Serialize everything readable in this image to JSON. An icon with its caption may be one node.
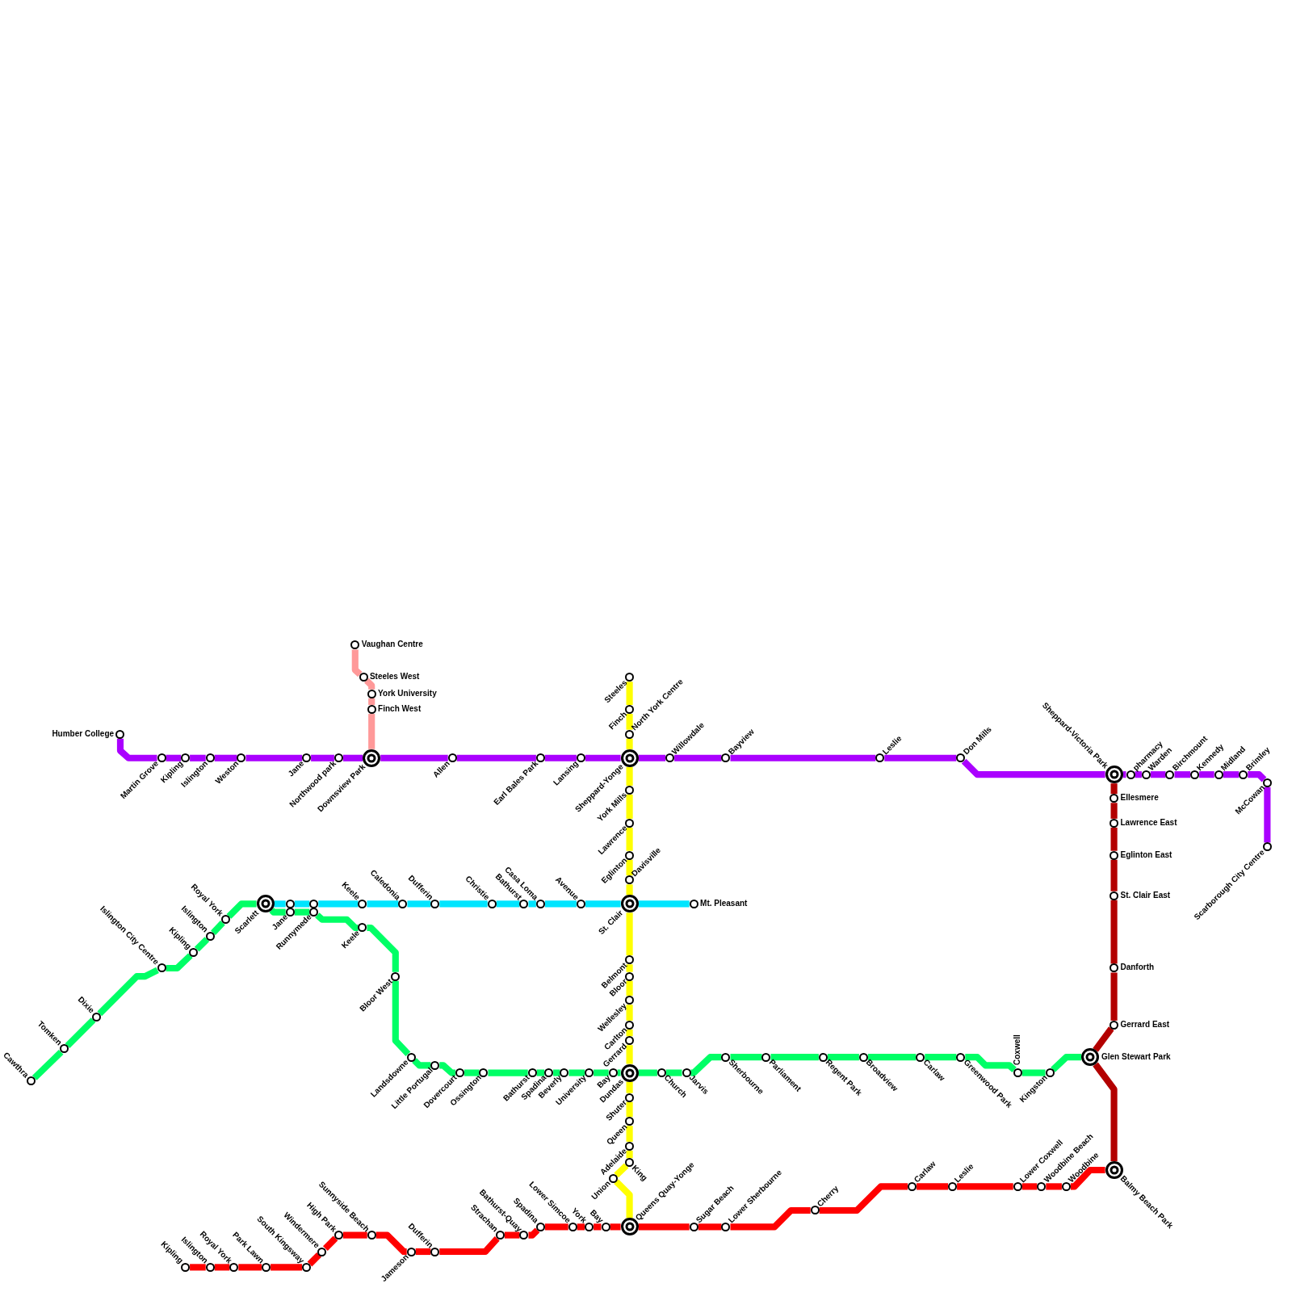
{
  "diagram": {
    "nodes": [
      {
        "text": [
          "Humber College"
        ]
      },
      {
        "text": [
          "Martin Grove"
        ]
      },
      {
        "text": [
          "Kipling"
        ]
      },
      {
        "text": [
          "Islington"
        ]
      },
      {
        "text": [
          "Weston"
        ]
      },
      {
        "text": [
          "Jane"
        ]
      },
      {
        "text": [
          "Northwood park"
        ]
      },
      {
        "text": [
          "Downsview Park"
        ]
      },
      {
        "text": [
          "Allen"
        ]
      },
      {
        "text": [
          "Earl Bales Park"
        ]
      },
      {
        "text": [
          "Lansing"
        ]
      },
      {
        "text": [
          "Sheppard-Yonge"
        ]
      },
      {
        "text": [
          "Willowdale"
        ]
      },
      {
        "text": [
          "Bayview"
        ]
      },
      {
        "text": [
          "Leslie"
        ]
      },
      {
        "text": [
          "Don Mills"
        ]
      },
      {
        "text": [
          "Sheppard-Victoria Park"
        ]
      },
      {
        "text": [
          "pharmacy"
        ]
      },
      {
        "text": [
          "Warden"
        ]
      },
      {
        "text": [
          "Birchmount"
        ]
      },
      {
        "text": [
          "Kennedy"
        ]
      },
      {
        "text": [
          "Midland"
        ]
      },
      {
        "text": [
          "Brimley"
        ]
      },
      {
        "text": [
          "McCowan"
        ]
      },
      {
        "text": [
          "Scarborough City Centre"
        ]
      },
      {
        "text": [
          "Vaughan Centre"
        ]
      },
      {
        "text": [
          "Steeles West"
        ]
      },
      {
        "text": [
          "York University"
        ]
      },
      {
        "text": [
          "Finch West"
        ]
      },
      {
        "text": [
          "Steeles"
        ]
      },
      {
        "text": [
          "Finch"
        ]
      },
      {
        "text": [
          "North York Centre"
        ]
      },
      {
        "text": [
          "York Mills"
        ]
      },
      {
        "text": [
          "Lawrence"
        ]
      },
      {
        "text": [
          "Eglinton"
        ]
      },
      {
        "text": [
          "Davisville"
        ]
      },
      {
        "text": [
          "St. Clair"
        ]
      },
      {
        "text": [
          "Belmont"
        ]
      },
      {
        "text": [
          "Bloor"
        ]
      },
      {
        "text": [
          "Wellesley"
        ]
      },
      {
        "text": [
          "Carlton"
        ]
      },
      {
        "text": [
          "Gerrard"
        ]
      },
      {
        "text": [
          "Dundas"
        ]
      },
      {
        "text": [
          "Shuter"
        ]
      },
      {
        "text": [
          "Queen"
        ]
      },
      {
        "text": [
          "Adelaide"
        ]
      },
      {
        "text": [
          "King"
        ]
      },
      {
        "text": [
          "Union"
        ]
      },
      {
        "text": [
          "Queens Quay-Yonge"
        ]
      },
      {
        "text": [
          "Scarlett"
        ]
      },
      {
        "text": [],
        "shape": "circle"
      },
      {
        "text": [],
        "shape": "circle"
      },
      {
        "text": [
          "Keele"
        ]
      },
      {
        "text": [
          "Caledonia"
        ]
      },
      {
        "text": [
          "Dufferin"
        ]
      },
      {
        "text": [
          "Christie"
        ]
      },
      {
        "text": [
          "Bathurst"
        ]
      },
      {
        "text": [
          "Casa Loma"
        ]
      },
      {
        "text": [
          "Avenue"
        ]
      },
      {
        "text": [
          "Mt. Pleasant"
        ]
      },
      {
        "text": [
          "Cawthra"
        ]
      },
      {
        "text": [
          "Tomken"
        ]
      },
      {
        "text": [
          "Dixie"
        ]
      },
      {
        "text": [
          "Islington City Centre"
        ]
      },
      {
        "text": [
          "Kipling"
        ]
      },
      {
        "text": [
          "Islington"
        ]
      },
      {
        "text": [
          "Royal York"
        ]
      },
      {
        "text": [
          "Jane"
        ]
      },
      {
        "text": [
          "Runnymede"
        ]
      },
      {
        "text": [
          "Keele"
        ]
      },
      {
        "text": [
          "Bloor West"
        ]
      },
      {
        "text": [
          "Landsdowne"
        ]
      },
      {
        "text": [
          "Little Portugal"
        ]
      },
      {
        "text": [
          "Dovercourt"
        ]
      },
      {
        "text": [
          "Ossington"
        ]
      },
      {
        "text": [
          "Bathurst"
        ]
      },
      {
        "text": [
          "Spadina"
        ]
      },
      {
        "text": [
          "Beverly"
        ]
      },
      {
        "text": [
          "University"
        ]
      },
      {
        "text": [
          "Bay"
        ]
      },
      {
        "text": [
          "Church"
        ]
      },
      {
        "text": [
          "Jarvis"
        ]
      },
      {
        "text": [
          "Sherbourne"
        ]
      },
      {
        "text": [
          "Parliament"
        ]
      },
      {
        "text": [
          "Regent Park"
        ]
      },
      {
        "text": [
          "Broadview"
        ]
      },
      {
        "text": [
          "Carlaw"
        ]
      },
      {
        "text": [
          "Greenwood Park"
        ]
      },
      {
        "text": [
          "Coxwell"
        ]
      },
      {
        "text": [
          "Kingston"
        ]
      },
      {
        "text": [
          "Glen Stewart Park"
        ]
      },
      {
        "text": [
          "Ellesmere"
        ]
      },
      {
        "text": [
          "Lawrence East"
        ]
      },
      {
        "text": [
          "Eglinton East"
        ]
      },
      {
        "text": [
          "St. Clair East"
        ]
      },
      {
        "text": [
          "Danforth"
        ]
      },
      {
        "text": [
          "Gerrard East"
        ]
      },
      {
        "text": [
          "Balmy Beach Park"
        ]
      },
      {
        "text": [
          "Kipling"
        ]
      },
      {
        "text": [
          "Islington"
        ]
      },
      {
        "text": [
          "Royal York"
        ]
      },
      {
        "text": [
          "Park Lawn"
        ]
      },
      {
        "text": [
          "South Kingsway"
        ]
      },
      {
        "text": [
          "Windermere"
        ]
      },
      {
        "text": [
          "High Park"
        ]
      },
      {
        "text": [
          "Sunnyside Beach"
        ]
      },
      {
        "text": [
          "Jameson"
        ]
      },
      {
        "text": [
          "Dufferin"
        ]
      },
      {
        "text": [
          "Strachan"
        ]
      },
      {
        "text": [
          "Bathurst-Quay"
        ]
      },
      {
        "text": [
          "Spadina"
        ]
      },
      {
        "text": [
          "Lower Simcoe"
        ]
      },
      {
        "text": [
          "York"
        ]
      },
      {
        "text": [
          "Bay"
        ]
      },
      {
        "text": [
          "Sugar Beach"
        ]
      },
      {
        "text": [
          "Lower Sherbourne"
        ]
      },
      {
        "text": [
          "Cherry"
        ]
      },
      {
        "text": [
          "Carlaw"
        ]
      },
      {
        "text": [
          "Leslie"
        ]
      },
      {
        "text": [
          "Lower Coxwell"
        ]
      },
      {
        "text": [
          "Woodbine Beach"
        ]
      },
      {
        "text": [
          "Woodbine"
        ]
      }
    ],
    "edges": [
      {
        "from": 0,
        "to": 1,
        "arrow": "none",
        "color": "#aa00ff"
      },
      {
        "from": 1,
        "to": 2,
        "arrow": "none",
        "color": "#aa00ff"
      },
      {
        "from": 2,
        "to": 3,
        "arrow": "none",
        "color": "#aa00ff"
      },
      {
        "from": 3,
        "to": 4,
        "arrow": "none",
        "color": "#aa00ff"
      },
      {
        "from": 4,
        "to": 5,
        "arrow": "none",
        "color": "#aa00ff"
      },
      {
        "from": 5,
        "to": 6,
        "arrow": "none",
        "color": "#aa00ff"
      },
      {
        "from": 6,
        "to": 7,
        "arrow": "none",
        "color": "#aa00ff"
      },
      {
        "from": 7,
        "to": 8,
        "arrow": "none",
        "color": "#aa00ff"
      },
      {
        "from": 8,
        "to": 9,
        "arrow": "none",
        "color": "#aa00ff"
      },
      {
        "from": 9,
        "to": 10,
        "arrow": "none",
        "color": "#aa00ff"
      },
      {
        "from": 10,
        "to": 11,
        "arrow": "none",
        "color": "#aa00ff"
      },
      {
        "from": 11,
        "to": 12,
        "arrow": "none",
        "color": "#aa00ff"
      },
      {
        "from": 12,
        "to": 13,
        "arrow": "none",
        "color": "#aa00ff"
      },
      {
        "from": 13,
        "to": 14,
        "arrow": "none",
        "color": "#aa00ff"
      },
      {
        "from": 14,
        "to": 15,
        "arrow": "none",
        "color": "#aa00ff"
      },
      {
        "from": 15,
        "to": 16,
        "arrow": "none",
        "color": "#aa00ff"
      },
      {
        "from": 16,
        "to": 17,
        "arrow": "none",
        "color": "#aa00ff"
      },
      {
        "from": 17,
        "to": 18,
        "arrow": "none",
        "color": "#aa00ff"
      },
      {
        "from": 18,
        "to": 19,
        "arrow": "none",
        "color": "#aa00ff"
      },
      {
        "from": 19,
        "to": 20,
        "arrow": "none",
        "color": "#aa00ff"
      },
      {
        "from": 20,
        "to": 21,
        "arrow": "none",
        "color": "#aa00ff"
      },
      {
        "from": 21,
        "to": 22,
        "arrow": "none",
        "color": "#aa00ff"
      },
      {
        "from": 22,
        "to": 23,
        "arrow": "none",
        "color": "#aa00ff"
      },
      {
        "from": 23,
        "to": 24,
        "arrow": "none",
        "color": "#aa00ff"
      },
      {
        "from": 25,
        "to": 26,
        "arrow": "none",
        "color": "#ff9999"
      },
      {
        "from": 26,
        "to": 27,
        "arrow": "none",
        "color": "#ff9999"
      },
      {
        "from": 27,
        "to": 28,
        "arrow": "none",
        "color": "#ff9999"
      },
      {
        "from": 28,
        "to": 7,
        "arrow": "none",
        "color": "#ff9999"
      },
      {
        "from": 29,
        "to": 30,
        "arrow": "none",
        "color": "#ffff00"
      },
      {
        "from": 30,
        "to": 31,
        "arrow": "none",
        "color": "#ffff00"
      },
      {
        "from": 31,
        "to": 11,
        "arrow": "none",
        "color": "#ffff00"
      },
      {
        "from": 11,
        "to": 32,
        "arrow": "none",
        "color": "#ffff00"
      },
      {
        "from": 32,
        "to": 33,
        "arrow": "none",
        "color": "#ffff00"
      },
      {
        "from": 33,
        "to": 34,
        "arrow": "none",
        "color": "#ffff00"
      },
      {
        "from": 34,
        "to": 35,
        "arrow": "none",
        "color": "#ffff00"
      },
      {
        "from": 35,
        "to": 36,
        "arrow": "none",
        "color": "#ffff00"
      },
      {
        "from": 36,
        "to": 37,
        "arrow": "none",
        "color": "#ffff00"
      },
      {
        "from": 37,
        "to": 38,
        "arrow": "none",
        "color": "#ffff00"
      },
      {
        "from": 38,
        "to": 39,
        "arrow": "none",
        "color": "#ffff00"
      },
      {
        "from": 39,
        "to": 40,
        "arrow": "none",
        "color": "#ffff00"
      },
      {
        "from": 40,
        "to": 41,
        "arrow": "none",
        "color": "#ffff00"
      },
      {
        "from": 41,
        "to": 42,
        "arrow": "none",
        "color": "#ffff00"
      },
      {
        "from": 42,
        "to": 43,
        "arrow": "none",
        "color": "#ffff00"
      },
      {
        "from": 43,
        "to": 44,
        "arrow": "none",
        "color": "#ffff00"
      },
      {
        "from": 44,
        "to": 45,
        "arrow": "none",
        "color": "#ffff00"
      },
      {
        "from": 45,
        "to": 46,
        "arrow": "none",
        "color": "#ffff00"
      },
      {
        "from": 46,
        "to": 47,
        "arrow": "none",
        "color": "#ffff00"
      },
      {
        "from": 47,
        "to": 48,
        "arrow": "none",
        "color": "#ffff00"
      },
      {
        "from": 49,
        "to": 50,
        "arrow": "none",
        "color": "#00e5ff"
      },
      {
        "from": 50,
        "to": 51,
        "arrow": "none",
        "color": "#00e5ff"
      },
      {
        "from": 51,
        "to": 52,
        "arrow": "none",
        "color": "#00e5ff"
      },
      {
        "from": 52,
        "to": 53,
        "arrow": "none",
        "color": "#00e5ff"
      },
      {
        "from": 53,
        "to": 54,
        "arrow": "none",
        "color": "#00e5ff"
      },
      {
        "from": 54,
        "to": 55,
        "arrow": "none",
        "color": "#00e5ff"
      },
      {
        "from": 55,
        "to": 56,
        "arrow": "none",
        "color": "#00e5ff"
      },
      {
        "from": 56,
        "to": 57,
        "arrow": "none",
        "color": "#00e5ff"
      },
      {
        "from": 57,
        "to": 58,
        "arrow": "none",
        "color": "#00e5ff"
      },
      {
        "from": 58,
        "to": 36,
        "arrow": "none",
        "color": "#00e5ff"
      },
      {
        "from": 36,
        "to": 59,
        "arrow": "none",
        "color": "#00e5ff"
      },
      {
        "from": 60,
        "to": 61,
        "arrow": "none"
      },
      {
        "from": 61,
        "to": 62,
        "arrow": "none"
      },
      {
        "from": 62,
        "to": 63,
        "arrow": "none"
      },
      {
        "from": 63,
        "to": 64,
        "arrow": "none"
      },
      {
        "from": 64,
        "to": 65,
        "arrow": "none"
      },
      {
        "from": 65,
        "to": 66,
        "arrow": "none"
      },
      {
        "from": 66,
        "to": 49,
        "arrow": "none"
      },
      {
        "from": 49,
        "to": 67,
        "arrow": "none"
      },
      {
        "from": 67,
        "to": 68,
        "arrow": "none"
      },
      {
        "from": 68,
        "to": 69,
        "arrow": "none"
      },
      {
        "from": 69,
        "to": 70,
        "arrow": "none"
      },
      {
        "from": 70,
        "to": 71,
        "arrow": "none"
      },
      {
        "from": 71,
        "to": 72,
        "arrow": "none"
      },
      {
        "from": 72,
        "to": 73,
        "arrow": "none"
      },
      {
        "from": 73,
        "to": 74,
        "arrow": "none"
      },
      {
        "from": 74,
        "to": 75,
        "arrow": "none"
      },
      {
        "from": 75,
        "to": 76,
        "arrow": "none"
      },
      {
        "from": 76,
        "to": 77,
        "arrow": "none"
      },
      {
        "from": 77,
        "to": 78,
        "arrow": "none"
      },
      {
        "from": 78,
        "to": 79,
        "arrow": "none"
      },
      {
        "from": 79,
        "to": 42,
        "arrow": "none"
      },
      {
        "from": 42,
        "to": 80,
        "arrow": "none"
      },
      {
        "from": 80,
        "to": 81,
        "arrow": "none"
      },
      {
        "from": 81,
        "to": 82,
        "arrow": "none"
      },
      {
        "from": 82,
        "to": 83,
        "arrow": "none"
      },
      {
        "from": 83,
        "to": 84,
        "arrow": "none"
      },
      {
        "from": 84,
        "to": 85,
        "arrow": "none"
      },
      {
        "from": 85,
        "to": 86,
        "arrow": "none"
      },
      {
        "from": 86,
        "to": 87,
        "arrow": "none"
      },
      {
        "from": 87,
        "to": 88,
        "arrow": "none"
      },
      {
        "from": 88,
        "to": 89,
        "arrow": "none"
      },
      {
        "from": 89,
        "to": 90,
        "arrow": "none"
      },
      {
        "from": 16,
        "to": 91,
        "arrow": "none",
        "color": "#b30000"
      },
      {
        "from": 91,
        "to": 92,
        "arrow": "none",
        "color": "#b30000"
      },
      {
        "from": 92,
        "to": 93,
        "arrow": "none",
        "color": "#b30000"
      },
      {
        "from": 93,
        "to": 94,
        "arrow": "none",
        "color": "#b30000"
      },
      {
        "from": 94,
        "to": 95,
        "arrow": "none",
        "color": "#b30000"
      },
      {
        "from": 95,
        "to": 96,
        "arrow": "none",
        "color": "#b30000"
      },
      {
        "from": 96,
        "to": 90,
        "arrow": "none",
        "color": "#b30000"
      },
      {
        "from": 90,
        "to": 97,
        "arrow": "none",
        "color": "#b30000"
      },
      {
        "from": 98,
        "to": 99,
        "arrow": "none",
        "color": "#ff0000"
      },
      {
        "from": 99,
        "to": 100,
        "arrow": "none",
        "color": "#ff0000"
      },
      {
        "from": 100,
        "to": 101,
        "arrow": "none",
        "color": "#ff0000"
      },
      {
        "from": 101,
        "to": 102,
        "arrow": "none",
        "color": "#ff0000"
      },
      {
        "from": 102,
        "to": 103,
        "arrow": "none",
        "color": "#ff0000"
      },
      {
        "from": 103,
        "to": 104,
        "arrow": "none",
        "color": "#ff0000"
      },
      {
        "from": 104,
        "to": 105,
        "arrow": "none",
        "color": "#ff0000"
      },
      {
        "from": 105,
        "to": 106,
        "arrow": "none",
        "color": "#ff0000"
      },
      {
        "from": 106,
        "to": 107,
        "arrow": "none",
        "color": "#ff0000"
      },
      {
        "from": 107,
        "to": 108,
        "arrow": "none",
        "color": "#ff0000"
      },
      {
        "from": 108,
        "to": 109,
        "arrow": "none",
        "color": "#ff0000"
      },
      {
        "from": 109,
        "to": 110,
        "arrow": "none",
        "color": "#ff0000"
      },
      {
        "from": 110,
        "to": 111,
        "arrow": "none",
        "color": "#ff0000"
      },
      {
        "from": 111,
        "to": 112,
        "arrow": "none",
        "color": "#ff0000"
      },
      {
        "from": 112,
        "to": 113,
        "arrow": "none",
        "color": "#ff0000"
      },
      {
        "from": 113,
        "to": 48,
        "arrow": "none",
        "color": "#ff0000"
      },
      {
        "from": 48,
        "to": 114,
        "arrow": "none",
        "color": "#ff0000"
      },
      {
        "from": 114,
        "to": 115,
        "arrow": "none",
        "color": "#ff0000"
      },
      {
        "from": 115,
        "to": 116,
        "arrow": "none",
        "color": "#ff0000"
      },
      {
        "from": 116,
        "to": 117,
        "arrow": "none",
        "color": "#ff0000"
      },
      {
        "from": 117,
        "to": 118,
        "arrow": "none",
        "color": "#ff0000"
      },
      {
        "from": 118,
        "to": 119,
        "arrow": "none",
        "color": "#ff0000"
      },
      {
        "from": 119,
        "to": 120,
        "arrow": "none",
        "color": "#ff0000"
      },
      {
        "from": 120,
        "to": 121,
        "arrow": "none",
        "color": "#ff0000"
      },
      {
        "from": 121,
        "to": 97,
        "arrow": "none",
        "color": "#ff0000"
      }
    ]
  }
}
